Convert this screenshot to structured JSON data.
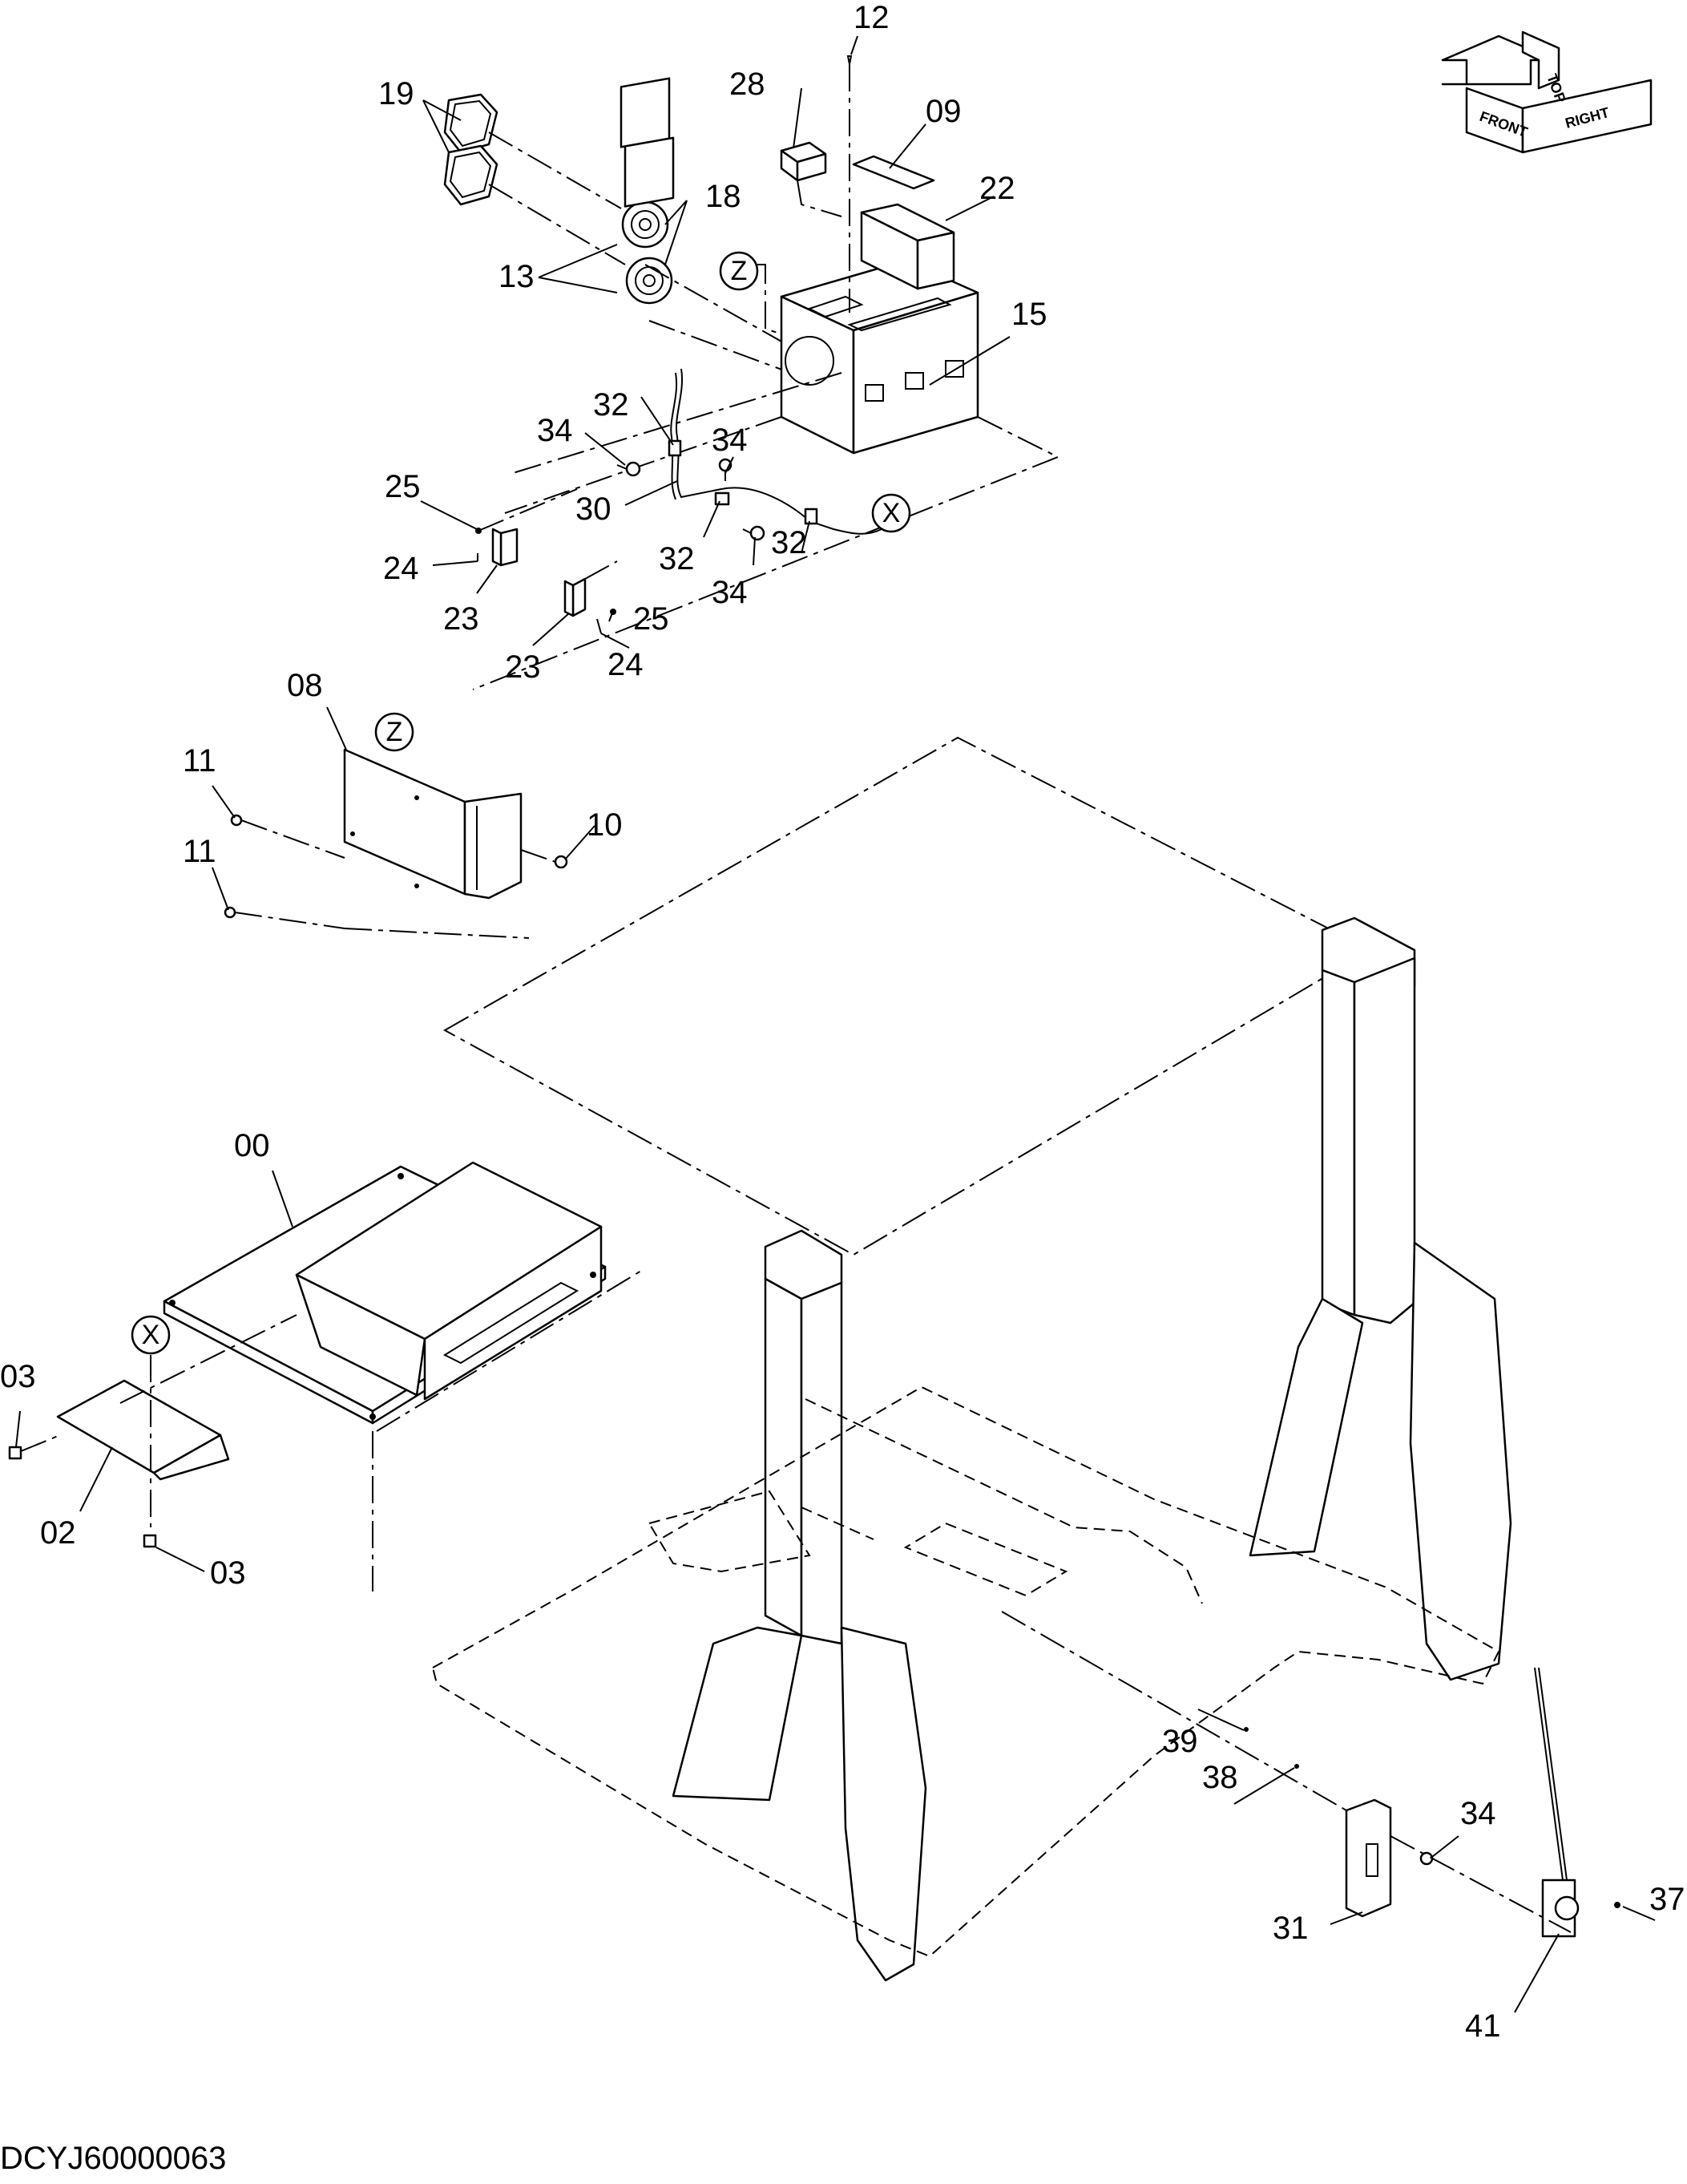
{
  "drawing": {
    "code": "DCYJ60000063"
  },
  "orientation": {
    "top": "TOP",
    "front": "FRONT",
    "right": "RIGHT"
  },
  "refs": {
    "x": "X",
    "z": "Z"
  },
  "callouts": {
    "p00": "00",
    "p02": "02",
    "p03a": "03",
    "p03b": "03",
    "p08": "08",
    "p09": "09",
    "p10": "10",
    "p11a": "11",
    "p11b": "11",
    "p12": "12",
    "p13": "13",
    "p15": "15",
    "p18": "18",
    "p19": "19",
    "p22": "22",
    "p23a": "23",
    "p23b": "23",
    "p24a": "24",
    "p24b": "24",
    "p25a": "25",
    "p25b": "25",
    "p28": "28",
    "p30": "30",
    "p31": "31",
    "p32a": "32",
    "p32b": "32",
    "p32c": "32",
    "p34a": "34",
    "p34b": "34",
    "p34c": "34",
    "p34d": "34",
    "p37": "37",
    "p38": "38",
    "p39": "39",
    "p41": "41"
  }
}
